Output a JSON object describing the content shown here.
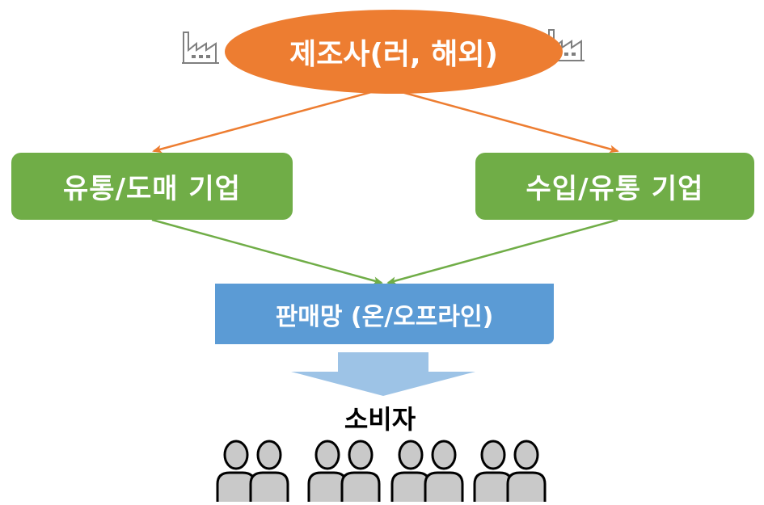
{
  "nodes": {
    "manufacturer": "제조사(러, 해외)",
    "wholesale": "유통/도매 기업",
    "importer": "수입/유통 기업",
    "sales": "판매망 (온/오프라인)",
    "consumer": "소비자"
  },
  "icons": {
    "factory": "factory-icon",
    "person": "person-icon"
  },
  "colors": {
    "manufacturer": "#ED7D31",
    "distributor": "#70AD47",
    "sales": "#5B9BD5",
    "arrow_down": "#9DC3E6",
    "person_fill": "#C9C9C9"
  }
}
